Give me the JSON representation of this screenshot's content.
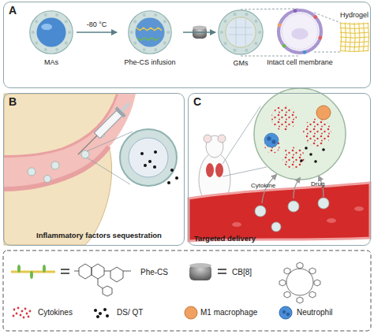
{
  "diagram": {
    "nodes": [
      {
        "text": [
          "A"
        ]
      },
      {
        "text": [
          "MAs"
        ],
        "in": 0
      },
      {
        "text": [
          "Phe-CS infusion"
        ],
        "in": 0
      },
      {
        "text": [
          "GMs"
        ],
        "in": 0
      },
      {
        "text": [
          "Intact cell membrane"
        ],
        "in": 0
      },
      {
        "text": [
          "Hydrogel"
        ],
        "in": 0
      },
      {
        "text": [
          "B"
        ]
      },
      {
        "text": [
          "C"
        ]
      }
    ],
    "edges": [
      {
        "from": 1,
        "to": 2,
        "arrow": "to",
        "label": "-80 °C"
      },
      {
        "from": 2,
        "to": 3,
        "arrow": "to"
      }
    ],
    "labels": [
      "Inflammatory factors sequestration",
      "Targeted delivery",
      "Cytokine",
      "Drug"
    ],
    "legend": [
      {
        "text": "Phe-CS"
      },
      {
        "text": "CB[8]"
      },
      {
        "text": "Cytokines",
        "color": "#d9363e"
      },
      {
        "text": "DS/ QT",
        "color": "#111111"
      },
      {
        "text": "M1 macrophage",
        "color": "#f0a060"
      },
      {
        "text": "Neutrophil",
        "color": "#4a8fd8"
      }
    ]
  }
}
